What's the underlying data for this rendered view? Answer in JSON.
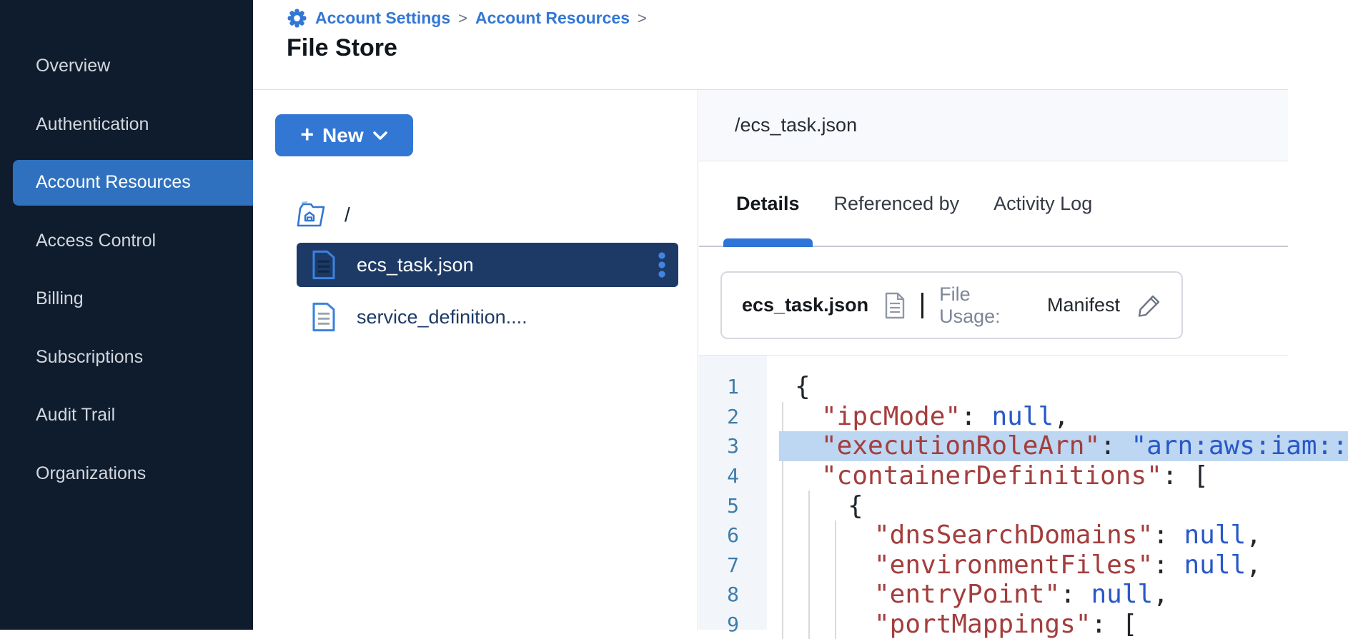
{
  "colors": {
    "accent_blue": "#3377d4",
    "sidebar_bg": "#0f1c2e",
    "sidebar_text": "#d2d7dd",
    "selected_item_bg": "#2f71bf",
    "selected_row_bg": "#1d3a66",
    "file_label": "#1d3a66",
    "file_icon_blue": "#3b82e0",
    "tab_inactive": "#333a44",
    "tab_underline": "#2e74d9",
    "muted_label": "#7d8596",
    "gutter_bg": "#f2f6fb",
    "line_number": "#3e7ca9",
    "syntax_key": "#a43d3d",
    "syntax_value": "#2758c8",
    "code_highlight": "#bdd6f1"
  },
  "icons": {
    "gear_icon": "gear",
    "plus_icon": "+",
    "chevron_down_icon": "chevron-down",
    "folder_home_icon": "folder-home",
    "document_icon": "document",
    "kebab_menu_icon": "kebab-vertical",
    "edit_pencil_icon": "pencil"
  },
  "sidebar": {
    "items": [
      {
        "label": "Overview",
        "selected": false
      },
      {
        "label": "Authentication",
        "selected": false
      },
      {
        "label": "Account Resources",
        "selected": true
      },
      {
        "label": "Access Control",
        "selected": false
      },
      {
        "label": "Billing",
        "selected": false
      },
      {
        "label": "Subscriptions",
        "selected": false
      },
      {
        "label": "Audit Trail",
        "selected": false
      },
      {
        "label": "Organizations",
        "selected": false
      }
    ]
  },
  "breadcrumb": {
    "items": [
      "Account Settings",
      "Account Resources"
    ],
    "separator": ">"
  },
  "page": {
    "title": "File Store"
  },
  "file_browser": {
    "new_button_label": "New",
    "root_label": "/",
    "files": [
      {
        "name": "ecs_task.json",
        "selected": true
      },
      {
        "name": "service_definition....",
        "selected": false
      }
    ]
  },
  "details_panel": {
    "path": "/ecs_task.json",
    "tabs": [
      {
        "label": "Details",
        "active": true
      },
      {
        "label": "Referenced by",
        "active": false
      },
      {
        "label": "Activity Log",
        "active": false
      }
    ],
    "file_card": {
      "name": "ecs_task.json",
      "usage_label": "File Usage:",
      "usage_value": "Manifest"
    }
  },
  "code_viewer": {
    "lines": [
      {
        "num": 1,
        "indent": 0,
        "highlight": false,
        "tokens": [
          {
            "text": "{",
            "type": "punct"
          }
        ]
      },
      {
        "num": 2,
        "indent": 1,
        "highlight": false,
        "tokens": [
          {
            "text": "\"ipcMode\"",
            "type": "key"
          },
          {
            "text": ": ",
            "type": "punct"
          },
          {
            "text": "null",
            "type": "null"
          },
          {
            "text": ",",
            "type": "punct"
          }
        ]
      },
      {
        "num": 3,
        "indent": 1,
        "highlight": true,
        "tokens": [
          {
            "text": "\"executionRoleArn\"",
            "type": "key"
          },
          {
            "text": ": ",
            "type": "punct"
          },
          {
            "text": "\"arn:aws:iam::",
            "type": "string"
          }
        ]
      },
      {
        "num": 4,
        "indent": 1,
        "highlight": false,
        "tokens": [
          {
            "text": "\"containerDefinitions\"",
            "type": "key"
          },
          {
            "text": ": ",
            "type": "punct"
          },
          {
            "text": "[",
            "type": "punct"
          }
        ]
      },
      {
        "num": 5,
        "indent": 2,
        "highlight": false,
        "tokens": [
          {
            "text": "{",
            "type": "punct"
          }
        ]
      },
      {
        "num": 6,
        "indent": 3,
        "highlight": false,
        "tokens": [
          {
            "text": "\"dnsSearchDomains\"",
            "type": "key"
          },
          {
            "text": ": ",
            "type": "punct"
          },
          {
            "text": "null",
            "type": "null"
          },
          {
            "text": ",",
            "type": "punct"
          }
        ]
      },
      {
        "num": 7,
        "indent": 3,
        "highlight": false,
        "tokens": [
          {
            "text": "\"environmentFiles\"",
            "type": "key"
          },
          {
            "text": ": ",
            "type": "punct"
          },
          {
            "text": "null",
            "type": "null"
          },
          {
            "text": ",",
            "type": "punct"
          }
        ]
      },
      {
        "num": 8,
        "indent": 3,
        "highlight": false,
        "tokens": [
          {
            "text": "\"entryPoint\"",
            "type": "key"
          },
          {
            "text": ": ",
            "type": "punct"
          },
          {
            "text": "null",
            "type": "null"
          },
          {
            "text": ",",
            "type": "punct"
          }
        ]
      },
      {
        "num": 9,
        "indent": 3,
        "highlight": false,
        "tokens": [
          {
            "text": "\"portMappings\"",
            "type": "key"
          },
          {
            "text": ": ",
            "type": "punct"
          },
          {
            "text": "[",
            "type": "punct"
          }
        ]
      }
    ]
  }
}
